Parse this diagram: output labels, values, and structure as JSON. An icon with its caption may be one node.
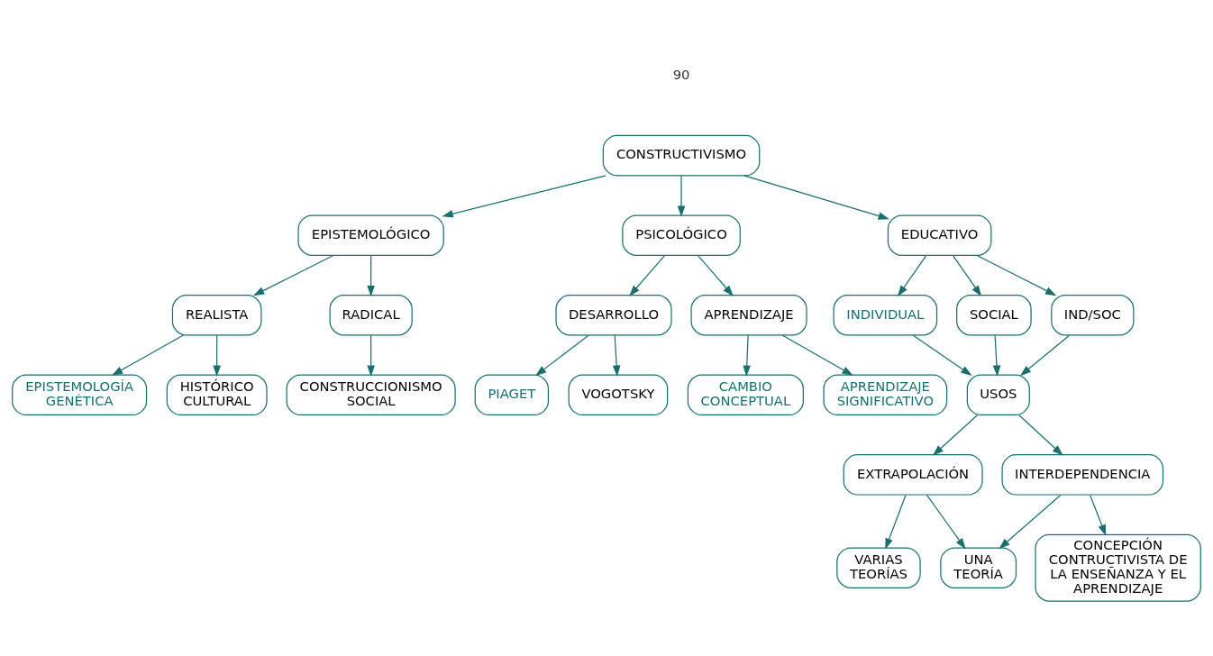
{
  "diagram": {
    "nodes": [
      {
        "text": [
          "CONSTRUCTIVISMO"
        ]
      },
      {
        "text": [
          "EPISTEMOLÓGICO"
        ]
      },
      {
        "text": [
          "PSICOLÓGICO"
        ]
      },
      {
        "text": [
          "EDUCATIVO"
        ]
      },
      {
        "text": [
          "REALISTA"
        ]
      },
      {
        "text": [
          "RADICAL"
        ]
      },
      {
        "text": [
          "DESARROLLO"
        ]
      },
      {
        "text": [
          "APRENDIZAJE"
        ]
      },
      {
        "text": [
          "INDIVIDUAL"
        ]
      },
      {
        "text": [
          "SOCIAL"
        ]
      },
      {
        "text": [
          "IND/SOC"
        ]
      },
      {
        "text": [
          "EPISTEMOLOGÍA GENÉTICA"
        ]
      },
      {
        "text": [
          "PIAGET"
        ]
      },
      {
        "text": [
          "CAMBIO CONCEPTUAL"
        ]
      },
      {
        "text": [
          "USOS"
        ]
      },
      {
        "text": [
          "HISTÓRICO CULTURAL"
        ]
      },
      {
        "text": [
          "VOGOTSKY"
        ]
      },
      {
        "text": [
          "APRENDIZAJE SIGNIFICATIVO"
        ]
      },
      {
        "text": [
          "EXTRAPOLACIÓN"
        ]
      },
      {
        "text": [
          "INTERDEPENDENCIA"
        ]
      },
      {
        "text": [
          "CONSTRUCCIONISMO SOCIAL"
        ]
      },
      {
        "text": [
          "UNA TEORÍA"
        ]
      },
      {
        "text": [
          "VARIAS TEORÍAS"
        ]
      },
      {
        "text": [
          "CONCEPCIÓN CONTRUCTIVISTA DE LA ENSEÑANZA Y EL APRENDIZAJE"
        ]
      }
    ],
    "edges": [
      {
        "from": 0,
        "to": 1,
        "arrow": "to"
      },
      {
        "from": 0,
        "to": 2,
        "arrow": "to"
      },
      {
        "from": 0,
        "to": 3,
        "arrow": "to"
      },
      {
        "from": 1,
        "to": 4,
        "arrow": "to"
      },
      {
        "from": 1,
        "to": 5,
        "arrow": "to"
      },
      {
        "from": 2,
        "to": 6,
        "arrow": "to"
      },
      {
        "from": 2,
        "to": 7,
        "arrow": "to"
      },
      {
        "from": 3,
        "to": 8,
        "arrow": "to"
      },
      {
        "from": 3,
        "to": 9,
        "arrow": "to"
      },
      {
        "from": 3,
        "to": 10,
        "arrow": "to"
      },
      {
        "from": 4,
        "to": 11,
        "arrow": "to"
      },
      {
        "from": 4,
        "to": 15,
        "arrow": "to"
      },
      {
        "from": 5,
        "to": 20,
        "arrow": "to"
      },
      {
        "from": 6,
        "to": 12,
        "arrow": "to"
      },
      {
        "from": 6,
        "to": 16,
        "arrow": "to"
      },
      {
        "from": 7,
        "to": 13,
        "arrow": "to"
      },
      {
        "from": 7,
        "to": 17,
        "arrow": "to"
      },
      {
        "from": 8,
        "to": 14,
        "arrow": "to"
      },
      {
        "from": 9,
        "to": 14,
        "arrow": "to"
      },
      {
        "from": 10,
        "to": 14,
        "arrow": "to"
      },
      {
        "from": 14,
        "to": 18,
        "arrow": "to"
      },
      {
        "from": 14,
        "to": 19,
        "arrow": "to"
      },
      {
        "from": 18,
        "to": 21,
        "arrow": "to"
      },
      {
        "from": 18,
        "to": 22,
        "arrow": "to"
      },
      {
        "from": 19,
        "to": 21,
        "arrow": "to"
      },
      {
        "from": 19,
        "to": 23,
        "arrow": "to"
      }
    ],
    "labels": [
      "90"
    ]
  }
}
